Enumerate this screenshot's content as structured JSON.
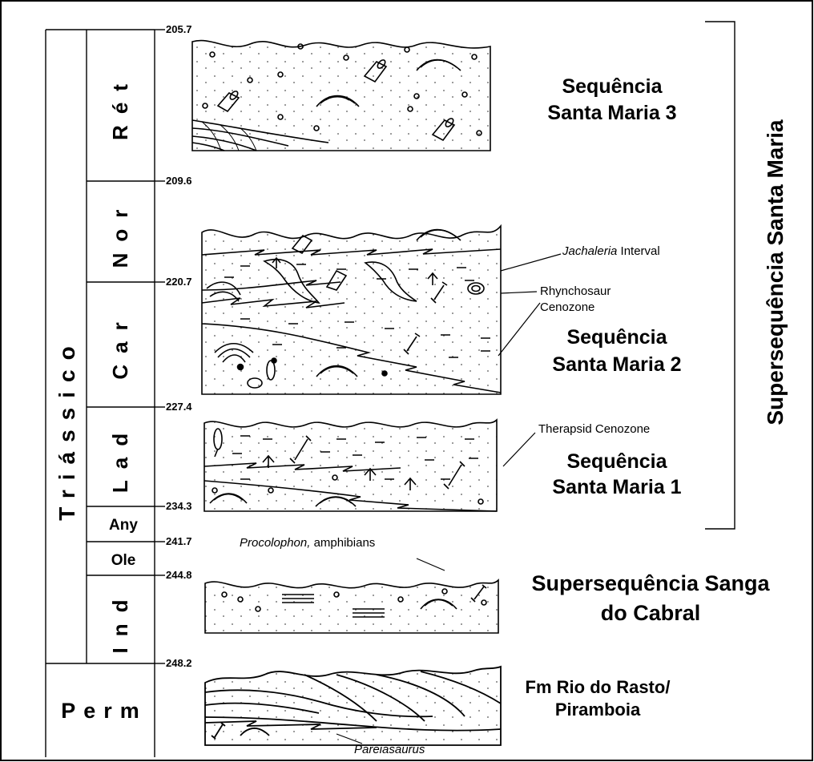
{
  "periods": {
    "triassic": "Triássico",
    "permian": "Perm"
  },
  "stages": {
    "ret": "Rét",
    "nor": "Nor",
    "car": "Car",
    "lad": "Lad",
    "any": "Any",
    "ole": "Ole",
    "ind": "Ind"
  },
  "ages": [
    "205.7",
    "209.6",
    "220.7",
    "227.4",
    "234.3",
    "241.7",
    "244.8",
    "248.2"
  ],
  "sequences": {
    "sm3_line1": "Sequência",
    "sm3_line2": "Santa Maria 3",
    "sm2_line1": "Sequência",
    "sm2_line2": "Santa Maria 2",
    "sm1_line1": "Sequência",
    "sm1_line2": "Santa Maria 1",
    "sanga_line1": "Supersequência Sanga",
    "sanga_line2": "do Cabral",
    "rasto_line1": "Fm Rio do Rasto/",
    "rasto_line2": "Piramboia",
    "supersequence": "Supersequência Santa Maria"
  },
  "annotations": {
    "jachaleria_italic": "Jachaleria",
    "jachaleria_rest": " Interval",
    "rhyncho_line1": "Rhynchosaur",
    "rhyncho_line2": "Cenozone",
    "therapsid": "Therapsid Cenozone",
    "procolophon_italic": "Procolophon,",
    "procolophon_rest": " amphibians",
    "pareiasaurus": "Pareiasaurus"
  }
}
